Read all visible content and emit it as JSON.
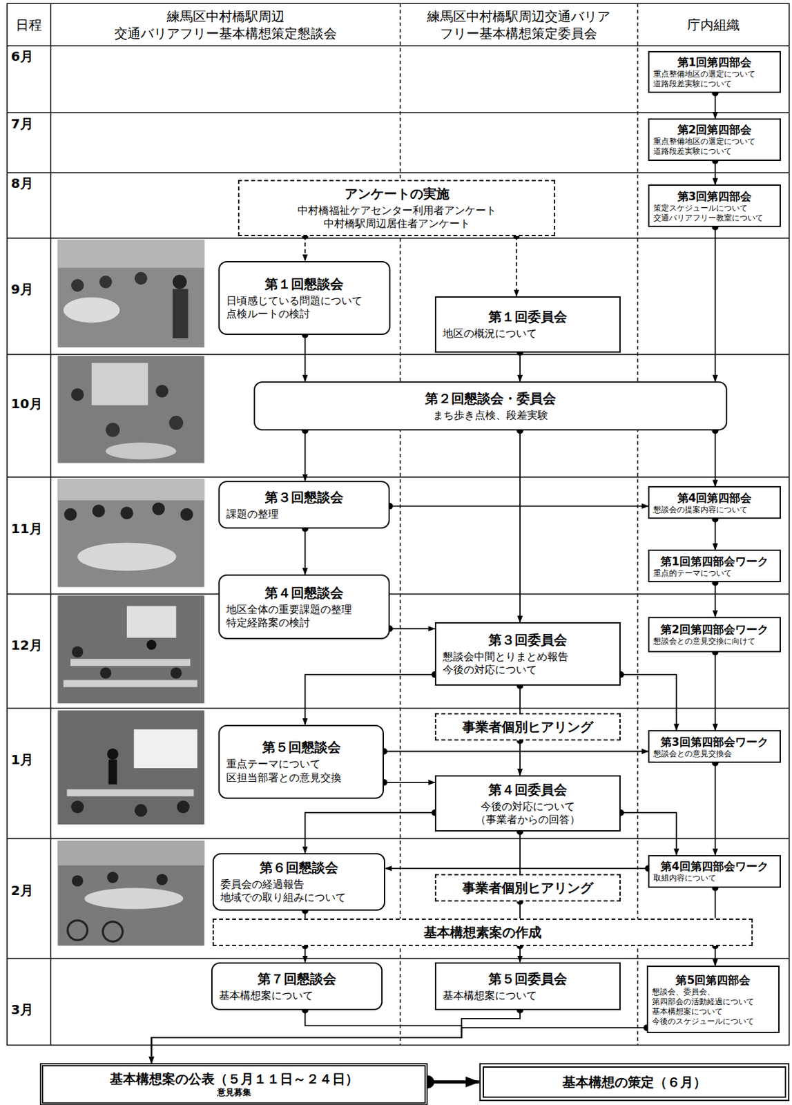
{
  "diagram": {
    "nodes": [
      {
        "text": [
          "第1回第四部会",
          "重点整備地区の選定について 道路段差実験について"
        ]
      },
      {
        "text": [
          "第2回第四部会",
          "重点整備地区の選定について 道路段差実験について"
        ]
      },
      {
        "text": [
          "アンケートの実施",
          "中村橋福祉ケアセンター利用者アンケート",
          "中村橋駅周辺居住者アンケート"
        ]
      },
      {
        "text": [
          "第3回第四部会",
          "策定スケジュールについて 交通バリアフリー教室について"
        ]
      },
      {
        "text": [
          "第１回懇談会",
          "日頃感じている問題について 点検ルートの検討"
        ]
      },
      {
        "text": [
          "第１回委員会",
          "地区の概況について"
        ]
      },
      {
        "text": [
          "第２回懇談会・委員会",
          "まち歩き点検、段差実験"
        ]
      },
      {
        "text": [
          "第３回懇談会",
          "課題の整理"
        ]
      },
      {
        "text": [
          "第4回第四部会",
          "懇談会の提案内容について"
        ]
      },
      {
        "text": [
          "第1回第四部会ワーク",
          "重点的テーマについて"
        ]
      },
      {
        "text": [
          "第４回懇談会",
          "地区全体の重要課題の整理 特定経路案の検討"
        ]
      },
      {
        "text": [
          "第2回第四部会ワーク",
          "懇談会との意見交換に向けて"
        ]
      },
      {
        "text": [
          "第３回委員会",
          "懇談会中間とりまとめ報告 今後の対応について"
        ]
      },
      {
        "text": [
          "事業者個別ヒアリング"
        ]
      },
      {
        "text": [
          "第3回第四部会ワーク",
          "懇談会との意見交換会"
        ]
      },
      {
        "text": [
          "第５回懇談会",
          "重点テーマについて 区担当部署との意見交換"
        ]
      },
      {
        "text": [
          "第４回委員会",
          "今後の対応について （事業者からの回答）"
        ]
      },
      {
        "text": [
          "第６回懇談会",
          "委員会の経過報告 地域での取り組みについて"
        ]
      },
      {
        "text": [
          "第4回第四部会ワーク",
          "取組内容について"
        ]
      },
      {
        "text": [
          "事業者個別ヒアリング"
        ]
      },
      {
        "text": [
          "基本構想素案の作成"
        ]
      },
      {
        "text": [
          "第７回懇談会",
          "基本構想案について"
        ]
      },
      {
        "text": [
          "第５回委員会",
          "基本構想案について"
        ]
      },
      {
        "text": [
          "第5回第四部会",
          "懇談会、委員会、第四部会の活動経過について 基本構想案について 今後のスケジュールについて"
        ]
      },
      {
        "text": [
          "基本構想案の公表（５月１１日～２４日）",
          "意見募集"
        ]
      },
      {
        "text": [
          "基本構想の策定（６月）"
        ]
      }
    ],
    "edges": [
      {
        "from": 0,
        "to": 1,
        "arrow": "to"
      },
      {
        "from": 1,
        "to": 3,
        "arrow": "to"
      },
      {
        "from": 3,
        "to": 6,
        "arrow": "to"
      },
      {
        "from": 2,
        "to": 4,
        "arrow": "to"
      },
      {
        "from": 2,
        "to": 5,
        "arrow": "to"
      },
      {
        "from": 4,
        "to": 6,
        "arrow": "to"
      },
      {
        "from": 5,
        "to": 6,
        "arrow": "to"
      },
      {
        "from": 6,
        "to": 7,
        "arrow": "to"
      },
      {
        "from": 6,
        "to": 8,
        "arrow": "to"
      },
      {
        "from": 6,
        "to": 12,
        "arrow": "to"
      },
      {
        "from": 7,
        "to": 10,
        "arrow": "to"
      },
      {
        "from": 7,
        "to": 8,
        "arrow": "to"
      },
      {
        "from": 8,
        "to": 9,
        "arrow": "to"
      },
      {
        "from": 9,
        "to": 11,
        "arrow": "to"
      },
      {
        "from": 10,
        "to": 12,
        "arrow": "to"
      },
      {
        "from": 11,
        "to": 14,
        "arrow": "to"
      },
      {
        "from": 12,
        "to": 15,
        "arrow": "to"
      },
      {
        "from": 12,
        "to": 14,
        "arrow": "to"
      },
      {
        "from": 12,
        "to": 13,
        "arrow": "none"
      },
      {
        "from": 13,
        "to": 16,
        "arrow": "to"
      },
      {
        "from": 15,
        "to": 14,
        "arrow": "to"
      },
      {
        "from": 15,
        "to": 16,
        "arrow": "to"
      },
      {
        "from": 16,
        "to": 17,
        "arrow": "to"
      },
      {
        "from": 16,
        "to": 18,
        "arrow": "to"
      },
      {
        "from": 16,
        "to": 19,
        "arrow": "none"
      },
      {
        "from": 14,
        "to": 18,
        "arrow": "to"
      },
      {
        "from": 18,
        "to": 17,
        "arrow": "to"
      },
      {
        "from": 19,
        "to": 20,
        "arrow": "none"
      },
      {
        "from": 17,
        "to": 20,
        "arrow": "none"
      },
      {
        "from": 18,
        "to": 20,
        "arrow": "none"
      },
      {
        "from": 20,
        "to": 21,
        "arrow": "to"
      },
      {
        "from": 20,
        "to": 22,
        "arrow": "to"
      },
      {
        "from": 20,
        "to": 23,
        "arrow": "to"
      },
      {
        "from": 21,
        "to": 24,
        "arrow": "to"
      },
      {
        "from": 22,
        "to": 24,
        "arrow": "to"
      },
      {
        "from": 23,
        "to": 24,
        "arrow": "to"
      },
      {
        "from": 24,
        "to": 25,
        "arrow": "to"
      }
    ],
    "labels": [
      "日程",
      "練馬区中村橋駅周辺 交通バリアフリー基本構想策定懇談会",
      "練馬区中村橋駅周辺交通バリア フリー基本構想策定委員会",
      "庁内組織",
      "6月",
      "7月",
      "8月",
      "9月",
      "10月",
      "11月",
      "12月",
      "1月",
      "2月",
      "3月"
    ]
  }
}
